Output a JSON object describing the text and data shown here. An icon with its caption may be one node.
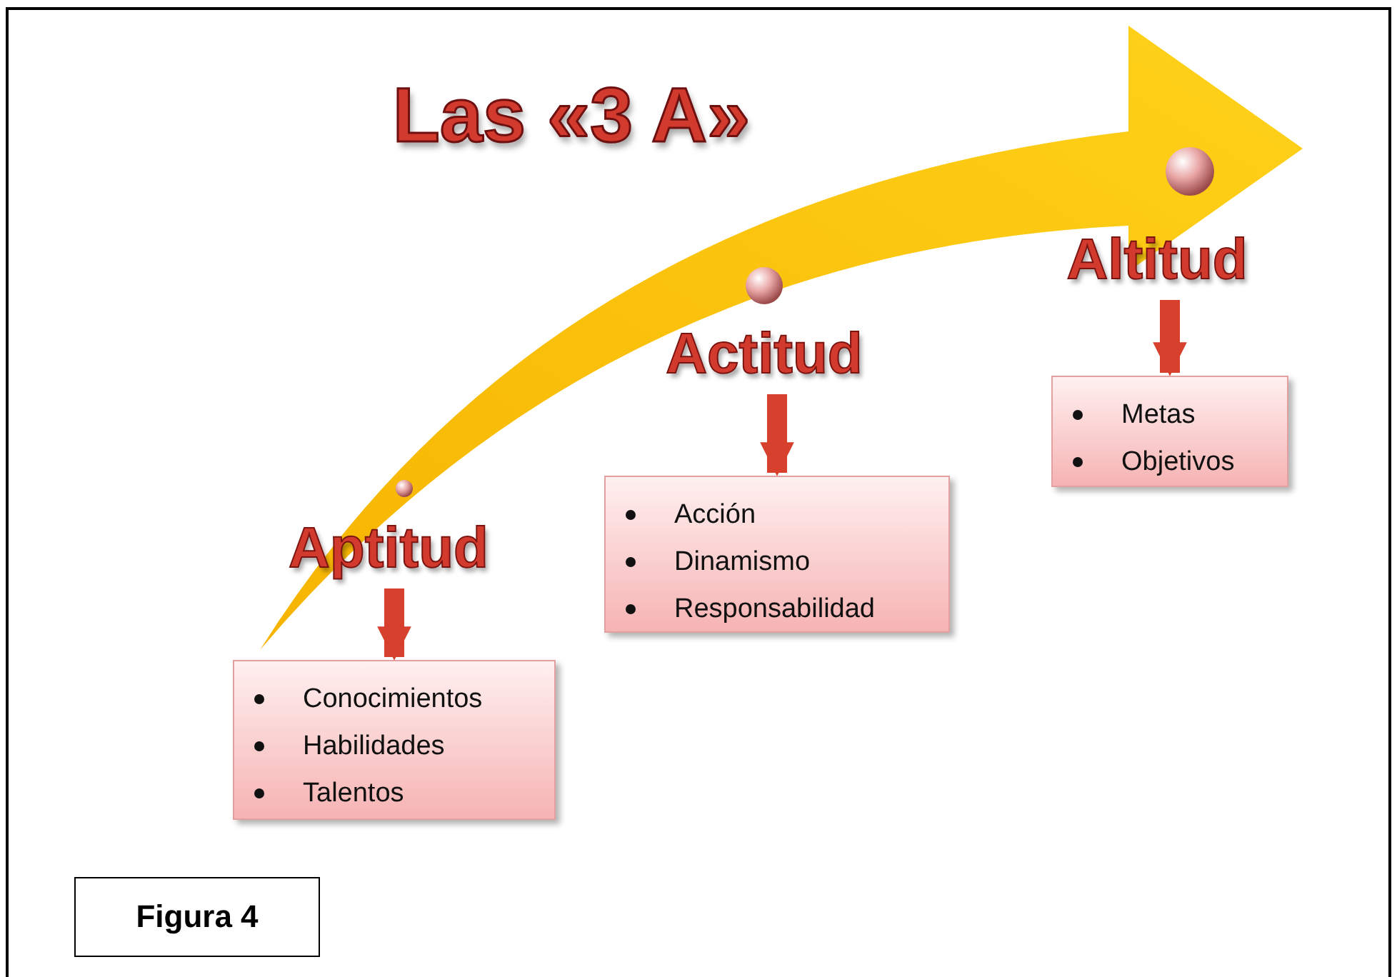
{
  "diagram": {
    "title": "Las «3 A»",
    "nodes": [
      {
        "text": [
          "Aptitud"
        ]
      },
      {
        "text": [
          "Conocimientos",
          "Habilidades",
          "Talentos"
        ]
      },
      {
        "text": [
          "Actitud"
        ]
      },
      {
        "text": [
          "Acción",
          "Dinamismo",
          "Responsabilidad"
        ]
      },
      {
        "text": [
          "Altitud"
        ]
      },
      {
        "text": [
          "Metas",
          "Objetivos"
        ]
      },
      {
        "text": [
          "Figura 4"
        ]
      }
    ],
    "edges": [
      {
        "from": 0,
        "to": 1,
        "arrow": "to"
      },
      {
        "from": 2,
        "to": 3,
        "arrow": "to"
      },
      {
        "from": 4,
        "to": 5,
        "arrow": "to"
      }
    ]
  }
}
